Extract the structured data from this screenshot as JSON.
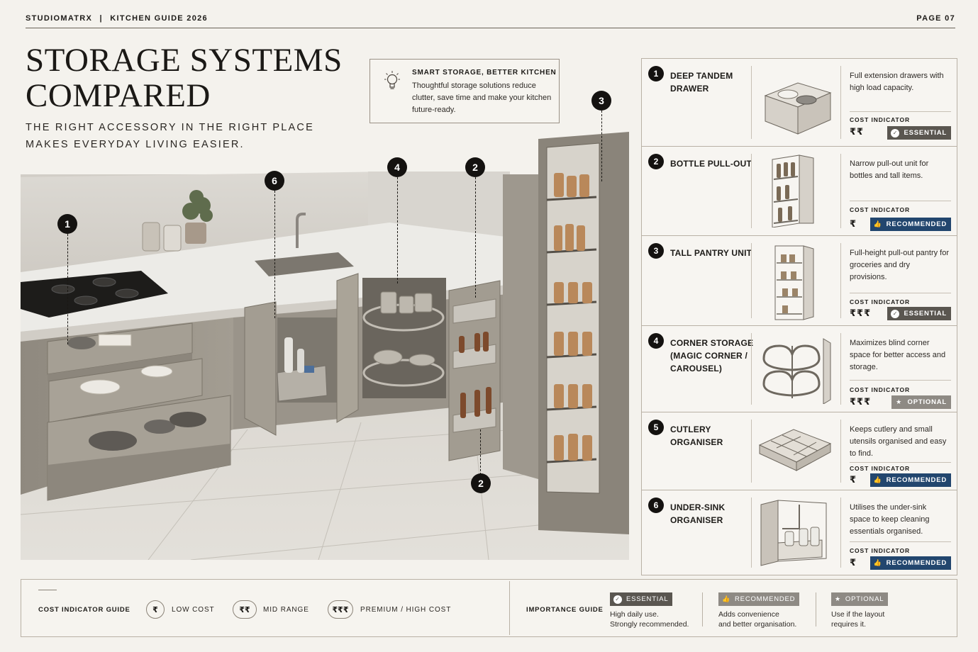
{
  "header": {
    "brand": "STUDIOMATRX",
    "divider": "|",
    "guide": "KITCHEN GUIDE 2026",
    "page": "PAGE 07"
  },
  "title": {
    "line1": "STORAGE SYSTEMS",
    "line2": "COMPARED",
    "subtitle_line1": "THE RIGHT ACCESSORY IN THE RIGHT PLACE",
    "subtitle_line2": "MAKES EVERYDAY LIVING EASIER."
  },
  "tip": {
    "icon": "lightbulb-icon",
    "title": "SMART STORAGE, BETTER KITCHEN",
    "text": "Thoughtful storage solutions reduce clutter, save time and make your kitchen future-ready."
  },
  "scene_markers": [
    "1",
    "6",
    "4",
    "2",
    "3",
    "2"
  ],
  "items": [
    {
      "num": "1",
      "name": "DEEP TANDEM DRAWER",
      "desc": "Full extension drawers with high load capacity.",
      "cost_label": "COST INDICATOR",
      "cost": "₹₹",
      "badge": "ESSENTIAL",
      "badge_type": "essential",
      "icon": "drawer-icon"
    },
    {
      "num": "2",
      "name": "BOTTLE PULL-OUT",
      "desc": "Narrow pull-out unit for bottles and tall items.",
      "cost_label": "COST INDICATOR",
      "cost": "₹",
      "badge": "RECOMMENDED",
      "badge_type": "recommended",
      "icon": "bottle-rack-icon"
    },
    {
      "num": "3",
      "name": "TALL PANTRY UNIT",
      "desc": "Full-height pull-out pantry for groceries and dry provisions.",
      "cost_label": "COST INDICATOR",
      "cost": "₹₹₹",
      "badge": "ESSENTIAL",
      "badge_type": "essential",
      "icon": "pantry-icon"
    },
    {
      "num": "4",
      "name": "CORNER STORAGE (MAGIC CORNER / CAROUSEL)",
      "desc": "Maximizes blind corner space for better access and storage.",
      "cost_label": "COST INDICATOR",
      "cost": "₹₹₹",
      "badge": "OPTIONAL",
      "badge_type": "optional",
      "icon": "carousel-icon"
    },
    {
      "num": "5",
      "name": "CUTLERY ORGANISER",
      "desc": "Keeps cutlery and small utensils organised and easy to find.",
      "cost_label": "COST INDICATOR",
      "cost": "₹",
      "badge": "RECOMMENDED",
      "badge_type": "recommended",
      "icon": "cutlery-tray-icon"
    },
    {
      "num": "6",
      "name": "UNDER-SINK ORGANISER",
      "desc": "Utilises the under-sink space to keep cleaning essentials organised.",
      "cost_label": "COST INDICATOR",
      "cost": "₹",
      "badge": "RECOMMENDED",
      "badge_type": "recommended",
      "icon": "under-sink-icon"
    }
  ],
  "legend": {
    "cost_title": "COST INDICATOR GUIDE",
    "cost_levels": [
      {
        "symbol": "₹",
        "label": "LOW COST"
      },
      {
        "symbol": "₹₹",
        "label": "MID RANGE"
      },
      {
        "symbol": "₹₹₹",
        "label": "PREMIUM / HIGH COST"
      }
    ],
    "importance_title": "IMPORTANCE GUIDE",
    "importance": [
      {
        "badge": "ESSENTIAL",
        "line1": "High daily use.",
        "line2": "Strongly recommended."
      },
      {
        "badge": "RECOMMENDED",
        "line1": "Adds convenience",
        "line2": "and better organisation."
      },
      {
        "badge": "OPTIONAL",
        "line1": "Use if the layout",
        "line2": "requires it."
      }
    ]
  },
  "colors": {
    "background": "#f4f2ed",
    "essential": "#5a5650",
    "recommended": "#22466e",
    "optional": "#8e8a84",
    "marker": "#141210"
  }
}
